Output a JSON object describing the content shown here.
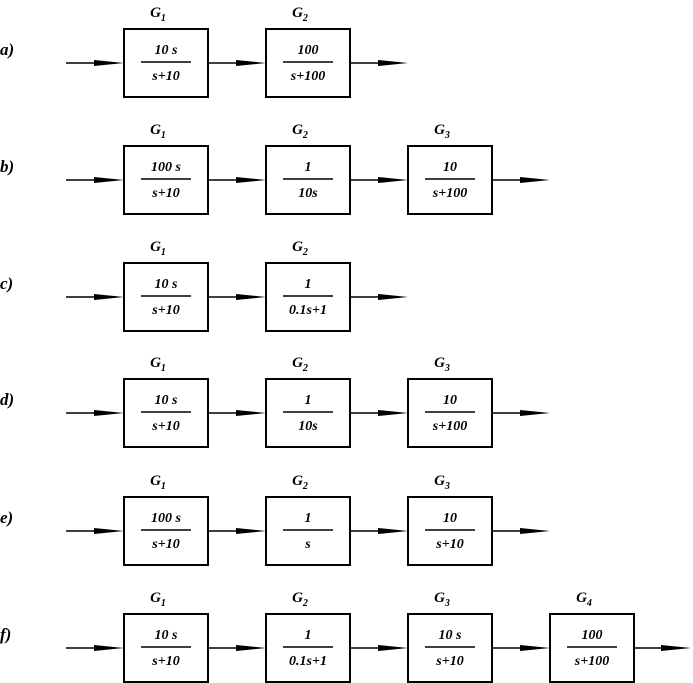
{
  "rows": [
    {
      "label": "a)",
      "blocks": [
        {
          "g": "G",
          "sub": "1",
          "num": "10 s",
          "den": "s+10"
        },
        {
          "g": "G",
          "sub": "2",
          "num": "100",
          "den": "s+100"
        }
      ]
    },
    {
      "label": "b)",
      "blocks": [
        {
          "g": "G",
          "sub": "1",
          "num": "100 s",
          "den": "s+10"
        },
        {
          "g": "G",
          "sub": "2",
          "num": "1",
          "den": "10s"
        },
        {
          "g": "G",
          "sub": "3",
          "num": "10",
          "den": "s+100"
        }
      ]
    },
    {
      "label": "c)",
      "blocks": [
        {
          "g": "G",
          "sub": "1",
          "num": "10 s",
          "den": "s+10"
        },
        {
          "g": "G",
          "sub": "2",
          "num": "1",
          "den": "0.1s+1"
        }
      ]
    },
    {
      "label": "d)",
      "blocks": [
        {
          "g": "G",
          "sub": "1",
          "num": "10 s",
          "den": "s+10"
        },
        {
          "g": "G",
          "sub": "2",
          "num": "1",
          "den": "10s"
        },
        {
          "g": "G",
          "sub": "3",
          "num": "10",
          "den": "s+100"
        }
      ]
    },
    {
      "label": "e)",
      "blocks": [
        {
          "g": "G",
          "sub": "1",
          "num": "100 s",
          "den": "s+10"
        },
        {
          "g": "G",
          "sub": "2",
          "num": "1",
          "den": "s"
        },
        {
          "g": "G",
          "sub": "3",
          "num": "10",
          "den": "s+10"
        }
      ]
    },
    {
      "label": "f)",
      "blocks": [
        {
          "g": "G",
          "sub": "1",
          "num": "10 s",
          "den": "s+10"
        },
        {
          "g": "G",
          "sub": "2",
          "num": "1",
          "den": "0.1s+1"
        },
        {
          "g": "G",
          "sub": "3",
          "num": "10 s",
          "den": "s+10"
        },
        {
          "g": "G",
          "sub": "4",
          "num": "100",
          "den": "s+100"
        }
      ]
    }
  ]
}
